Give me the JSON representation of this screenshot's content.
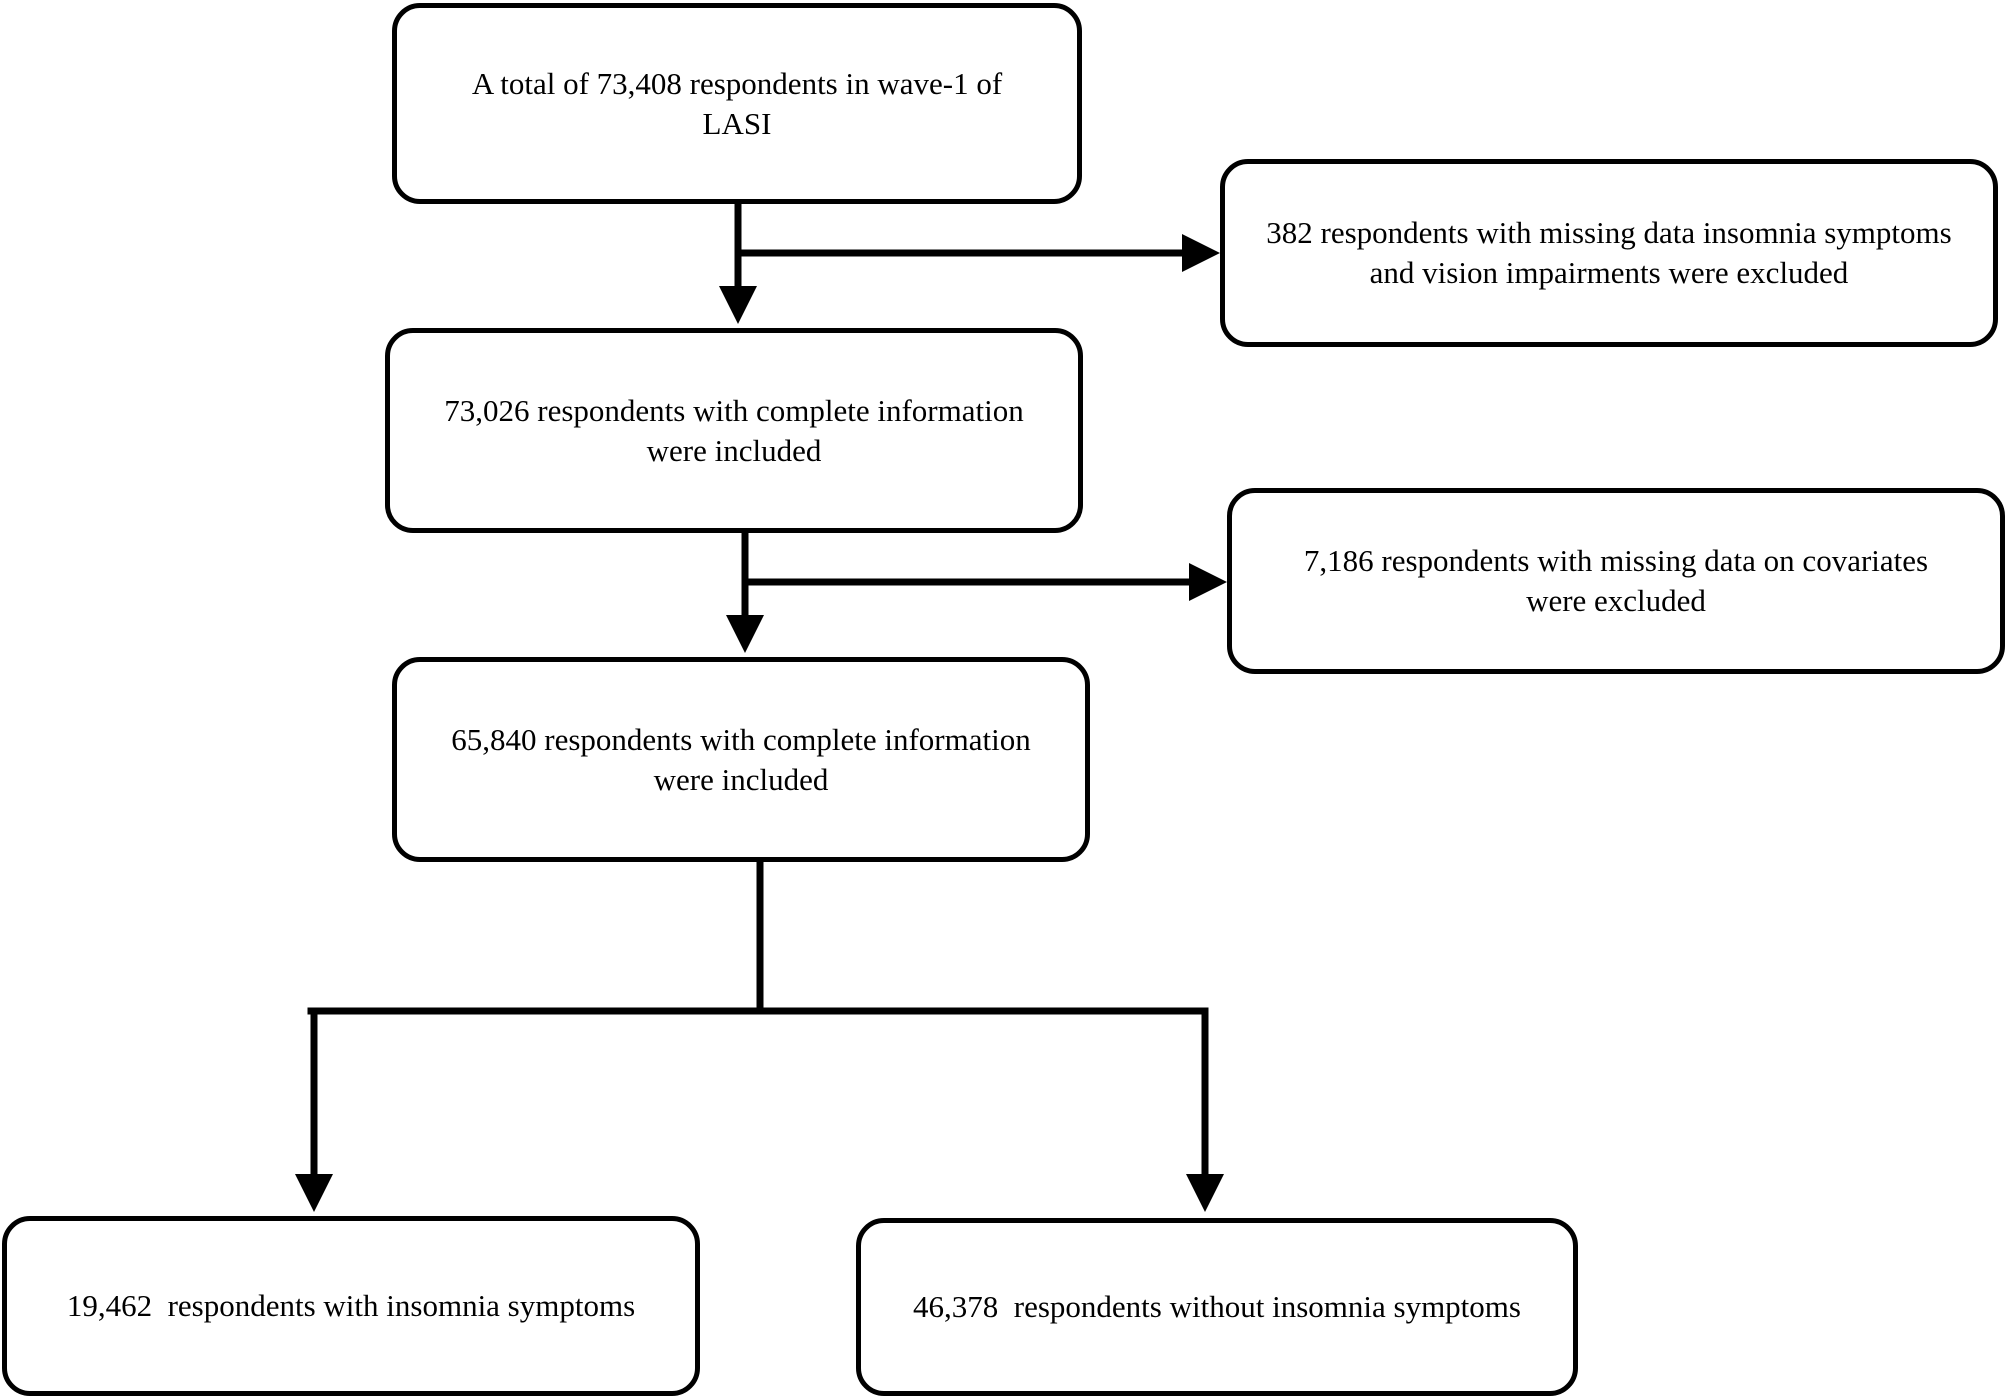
{
  "flowchart": {
    "start": {
      "text": "A total of 73,408 respondents in wave-1 of LASI"
    },
    "exclusion_1": {
      "text": "382 respondents with missing data insomnia symptoms and vision impairments were excluded"
    },
    "included_1": {
      "text": "73,026 respondents with complete information were included"
    },
    "exclusion_2": {
      "text": "7,186 respondents with missing data on covariates were excluded"
    },
    "included_2": {
      "text": "65,840 respondents with complete information were included"
    },
    "group_with": {
      "text": "19,462  respondents with insomnia symptoms"
    },
    "group_without": {
      "text": "46,378  respondents without insomnia symptoms"
    }
  }
}
